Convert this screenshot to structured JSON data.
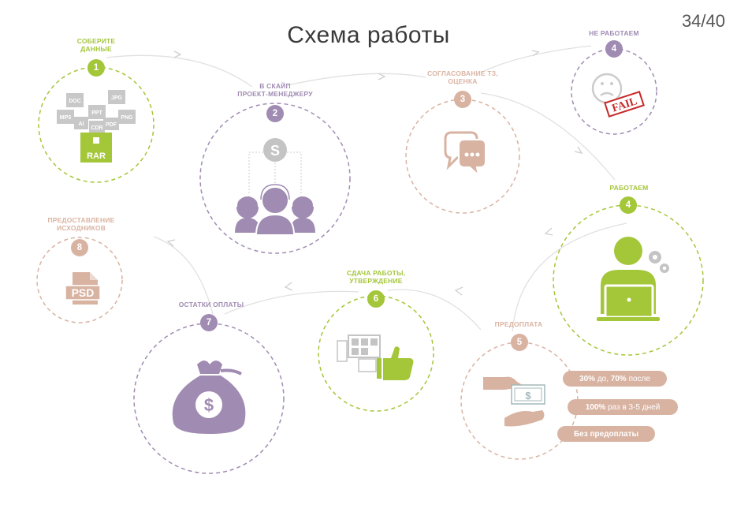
{
  "header": {
    "title": "Схема работы",
    "page_number": "34/40"
  },
  "colors": {
    "green": "#a4c639",
    "purple": "#a08bb2",
    "peach": "#d9b3a2",
    "text": "#3a3a3a"
  },
  "steps": [
    {
      "id": "1",
      "label": "Соберите\nданные",
      "icon": "files-icon"
    },
    {
      "id": "2",
      "label": "В скайп\nпроект-менеджеру",
      "icon": "skype-team-icon"
    },
    {
      "id": "3",
      "label": "Согласование ТЗ,\nоценка",
      "icon": "chat-bubbles-icon"
    },
    {
      "id": "4",
      "label": "Не работаем",
      "icon": "fail-face-icon"
    },
    {
      "id": "4",
      "label": "Работаем",
      "icon": "worker-laptop-icon"
    },
    {
      "id": "5",
      "label": "Предоплата",
      "icon": "money-hand-icon"
    },
    {
      "id": "6",
      "label": "Сдача работы,\nутверждение",
      "icon": "thumbs-up-icon"
    },
    {
      "id": "7",
      "label": "Остатки оплаты",
      "icon": "money-bag-icon"
    },
    {
      "id": "8",
      "label": "Предоставление\nисходников",
      "icon": "psd-file-icon"
    }
  ],
  "file_types": [
    "DOC",
    "JPG",
    "PPT",
    "MP3",
    "AI",
    "CDR",
    "PDF",
    "PNG",
    "RAR"
  ],
  "psd_label": "PSD",
  "fail_text": "FAIL",
  "prepay_options": [
    {
      "b1": "30%",
      "t1": " до, ",
      "b2": "70%",
      "t2": " после"
    },
    {
      "b1": "100%",
      "t1": " раз в 3-5 дней",
      "b2": "",
      "t2": ""
    },
    {
      "b1": "Без предоплаты",
      "t1": "",
      "b2": "",
      "t2": ""
    }
  ]
}
